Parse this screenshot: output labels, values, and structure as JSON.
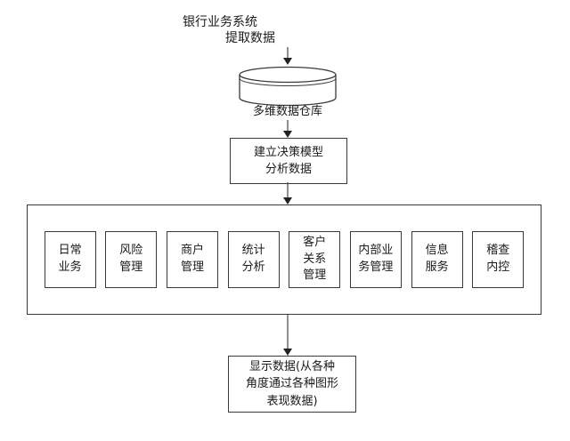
{
  "diagram": {
    "source_system_label": "银行业务系统",
    "extract_label": "提取数据",
    "warehouse_label": "多维数据仓库",
    "model_box_label": "建立决策模型\n分析数据",
    "modules": [
      {
        "label": "日常\n业务"
      },
      {
        "label": "风险\n管理"
      },
      {
        "label": "商户\n管理"
      },
      {
        "label": "统计\n分析"
      },
      {
        "label": "客户\n关系\n管理"
      },
      {
        "label": "内部业\n务管理"
      },
      {
        "label": "信息\n服务"
      },
      {
        "label": "稽查\n内控"
      }
    ],
    "display_box_label": "显示数据(从各种\n角度通过各种图形\n表现数据)",
    "line_color": "#222222",
    "border_color": "#3a3a3a",
    "background_color": "#ffffff"
  }
}
